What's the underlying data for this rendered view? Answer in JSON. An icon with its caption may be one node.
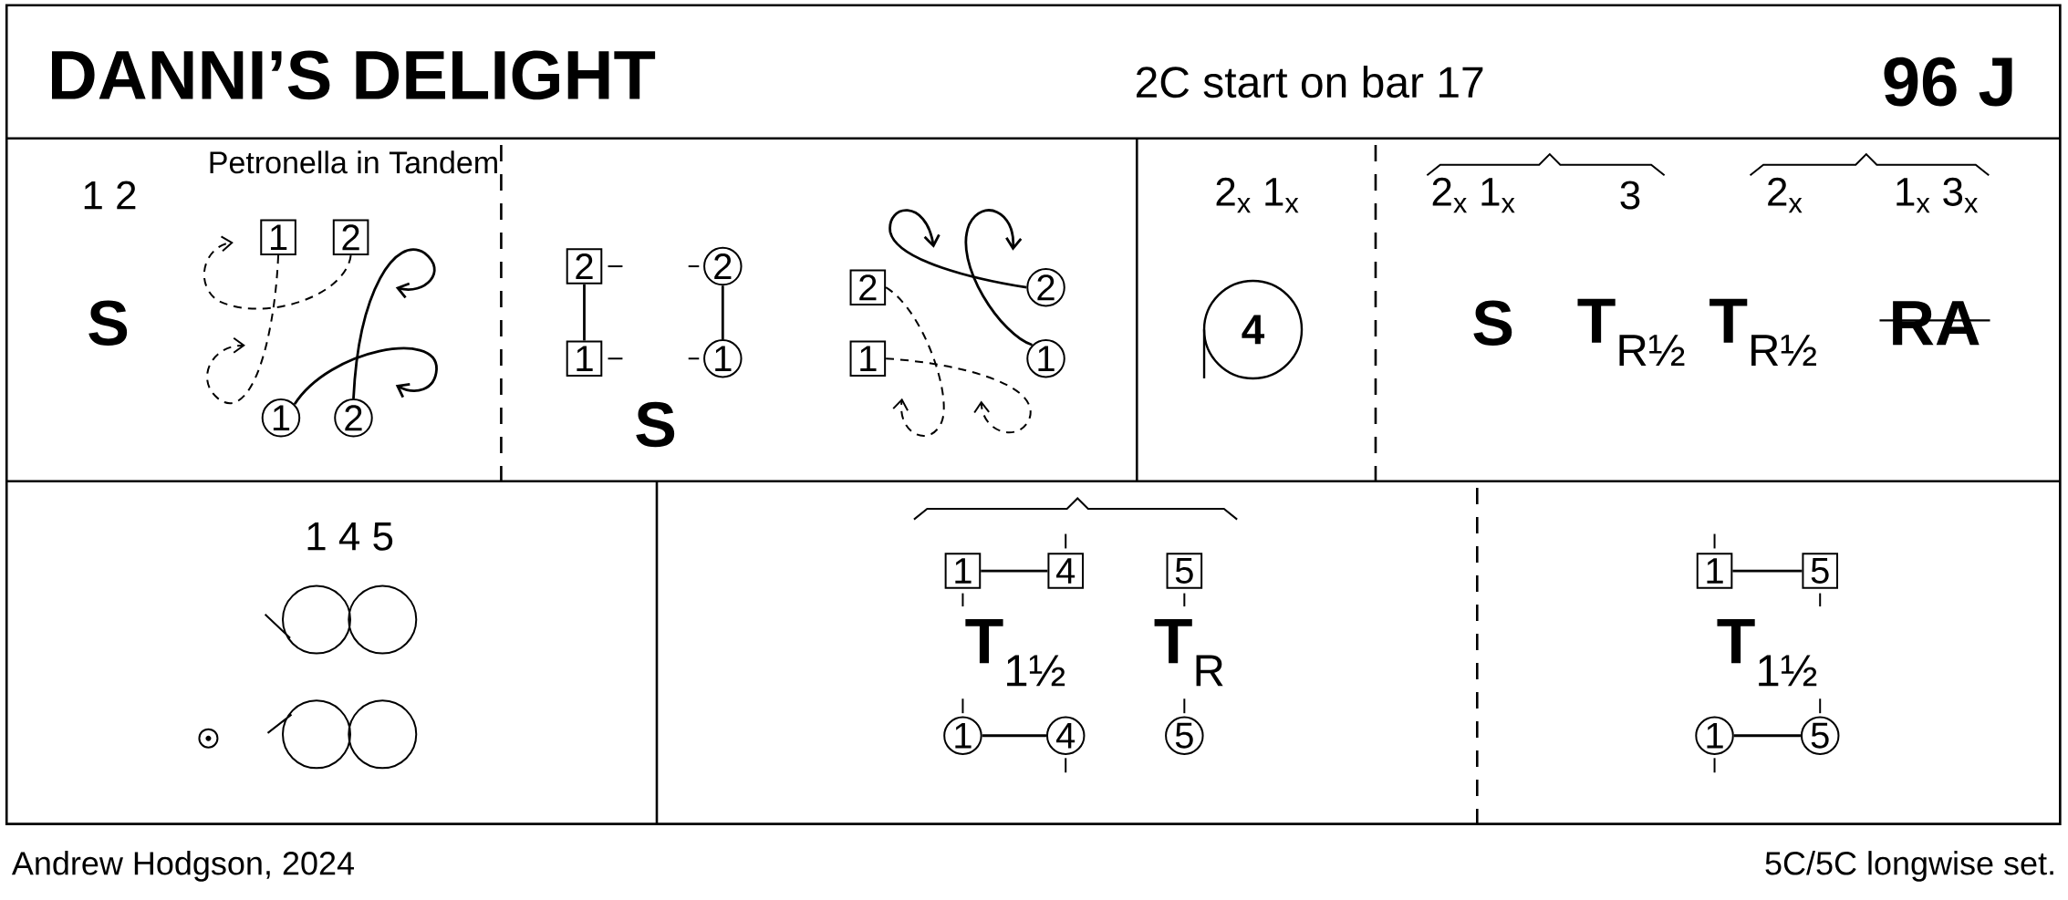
{
  "diagram": {
    "title": "DANNI’S DELIGHT",
    "nodes": [
      {
        "text": [
          "1"
        ]
      },
      {
        "text": [
          "2"
        ]
      },
      {
        "text": [
          "1"
        ]
      },
      {
        "text": [
          "2"
        ]
      },
      {
        "text": [
          "2"
        ]
      },
      {
        "text": [
          "2"
        ]
      },
      {
        "text": [
          "1"
        ]
      },
      {
        "text": [
          "1"
        ]
      },
      {
        "text": [
          "2"
        ]
      },
      {
        "text": [
          "2"
        ]
      },
      {
        "text": [
          "1"
        ]
      },
      {
        "text": [
          "1"
        ]
      },
      {
        "text": [
          "4"
        ]
      },
      {
        "text": [
          "1"
        ]
      },
      {
        "text": [
          "4"
        ]
      },
      {
        "text": [
          "5"
        ]
      },
      {
        "text": [
          "1"
        ]
      },
      {
        "text": [
          "4"
        ]
      },
      {
        "text": [
          "5"
        ]
      },
      {
        "text": [
          "1"
        ]
      },
      {
        "text": [
          "5"
        ]
      },
      {
        "text": [
          "1"
        ]
      },
      {
        "text": [
          "5"
        ]
      }
    ],
    "edges": [
      {
        "from": 0,
        "to": null,
        "arrow": "to",
        "style": "dashed"
      },
      {
        "from": 1,
        "to": null,
        "arrow": "to",
        "style": "dashed"
      },
      {
        "from": 2,
        "to": null,
        "arrow": "to"
      },
      {
        "from": 3,
        "to": null,
        "arrow": "to"
      },
      {
        "from": 4,
        "to": 6,
        "arrow": "none"
      },
      {
        "from": 5,
        "to": 7,
        "arrow": "none"
      },
      {
        "from": 8,
        "to": null,
        "arrow": "to"
      },
      {
        "from": 11,
        "to": null,
        "arrow": "to"
      },
      {
        "from": 9,
        "to": null,
        "arrow": "to",
        "style": "dashed"
      },
      {
        "from": 10,
        "to": null,
        "arrow": "to",
        "style": "dashed"
      },
      {
        "from": 13,
        "to": 14,
        "arrow": "none"
      },
      {
        "from": 16,
        "to": 17,
        "arrow": "none"
      },
      {
        "from": 19,
        "to": 20,
        "arrow": "none"
      },
      {
        "from": 21,
        "to": 22,
        "arrow": "none"
      }
    ],
    "labels": [
      "2C start on bar 17",
      "96 J",
      "1 2",
      "Petronella in Tandem",
      "S",
      "S",
      "2$_{x}$ 1$_{x}$",
      "2$_{x}$ 1$_{x}$",
      "3",
      "2$_{x}$",
      "1$_{x}$ 3$_{x}$",
      "S",
      "**T**$_{R½}$",
      "**T**$_{R½}$",
      "RA",
      "1 4 5",
      "**T**$_{1½}$",
      "**T**$_{R}$",
      "**T**$_{1½}$",
      "Andrew Hodgson, 2024",
      "5C/5C longwise set."
    ]
  }
}
